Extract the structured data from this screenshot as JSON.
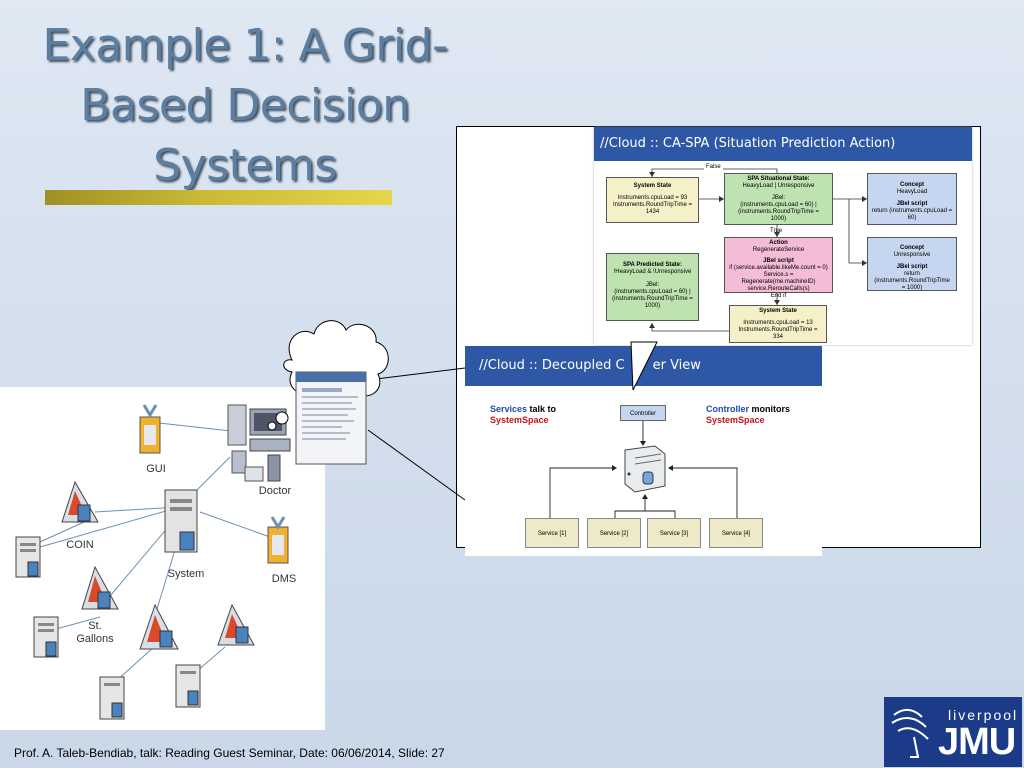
{
  "slide": {
    "title_lines": [
      "Example 1: A Grid-",
      "Based Decision",
      "Systems"
    ],
    "footer": "Prof. A. Taleb-Bendiab, talk: Reading Guest Seminar, Date: 06/06/2014, Slide: 27",
    "logo": {
      "line1": "liverpool",
      "line2": "JMU"
    },
    "accent_colors": {
      "title": "#5e7e9f",
      "bar": "#c9b935",
      "header": "#2e58a6",
      "logo_bg": "#1b3b88"
    }
  },
  "network": {
    "nodes": {
      "gui": "GUI",
      "doctor": "Doctor",
      "coin": "COIN",
      "system": "System",
      "dms": "DMS",
      "st_gallons": [
        "St.",
        "Gallons"
      ]
    }
  },
  "spa_panel": {
    "header": "//Cloud :: CA-SPA (Situation Prediction Action)",
    "false_label": "False",
    "true_label": "True",
    "system_state_1": {
      "title": "System State",
      "lines": [
        "Instruments.cpuLoad = 93",
        "Instruments.RoundTripTime =",
        "1434"
      ]
    },
    "situational_state": {
      "title": "SPA Situational State:",
      "subtitle": "HeavyLoad | Unresponsive",
      "lines": [
        "JBel:",
        "(instruments.cpuLoad = 60) |",
        "(instruments.RoundTripTime =",
        "1000)"
      ]
    },
    "concept_heavy": {
      "title": "Concept",
      "subtitle": "HeavyLoad",
      "script_title": "JBel script",
      "lines": [
        "return (instruments.cpuLoad = 60)"
      ]
    },
    "concept_unresp": {
      "title": "Concept",
      "subtitle": "Unresponsive",
      "script_title": "JBel script",
      "lines": [
        "return (instruments.RoundTripTime",
        "= 1000)"
      ]
    },
    "action": {
      "title": "Action",
      "subtitle": "RegenerateService",
      "script_title": "JBel script",
      "lines": [
        "if (service.available.likeMe.count = 0)",
        "Service.s = Regenerate(me.machineID)",
        "service.RerouteCalls(s)",
        "End if"
      ]
    },
    "predicted_state": {
      "title": "SPA Predicted State:",
      "subtitle": "!HeavyLoad & !Unresponsive",
      "lines": [
        "JBel:",
        "(instruments.cpuLoad = 60) |",
        "(instruments.RoundTripTime =",
        "1000)"
      ]
    },
    "system_state_2": {
      "title": "System State",
      "lines": [
        "Instruments.cpuLoad = 13",
        "Instruments.RoundTripTime =",
        "334"
      ]
    }
  },
  "decoupled_panel": {
    "header_left": "//Cloud :: Decoupled C",
    "header_right": "er View",
    "controller": "Controller",
    "services_note": {
      "w1": "Services",
      "w2": " talk to",
      "w3": "SystemSpace"
    },
    "controller_note": {
      "w1": "Controller",
      "w2": " monitors",
      "w3": "SystemSpace"
    },
    "services": [
      "Service [1]",
      "Service [2]",
      "Service [3]",
      "Service [4]"
    ]
  }
}
